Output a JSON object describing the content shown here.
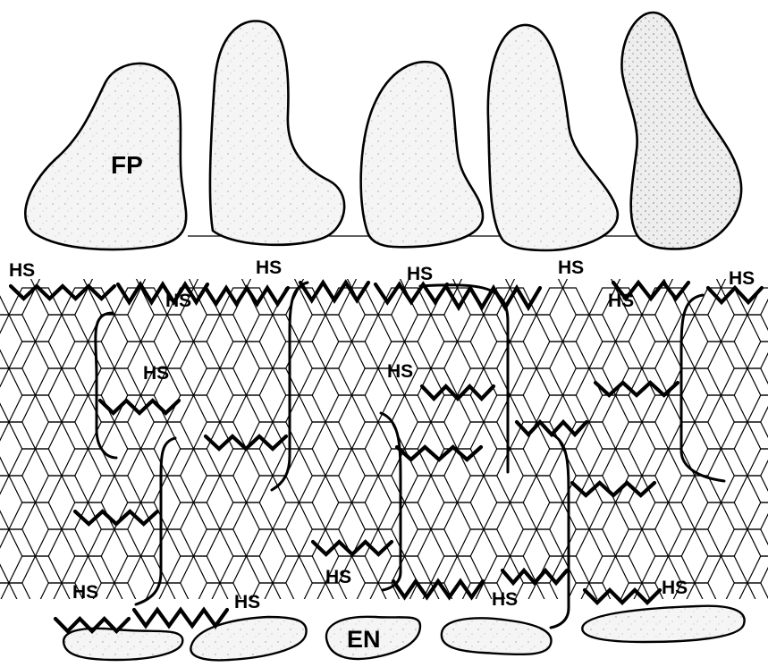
{
  "labels": {
    "foot_process": "FP",
    "endothelium": "EN",
    "heparan_sulfate": "HS"
  },
  "colors": {
    "ink": "#000000",
    "stipple_fill": "#f4f4f4",
    "background": "#ffffff"
  }
}
